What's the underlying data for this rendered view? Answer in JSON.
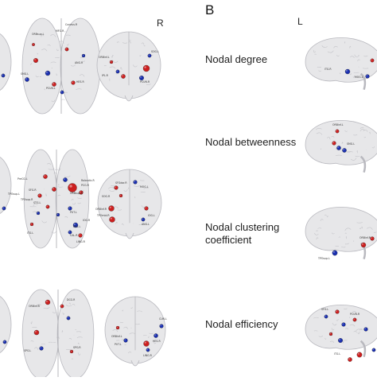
{
  "panel_b": {
    "letter": "B",
    "side_left": "L",
    "measures": [
      {
        "label": "Nodal degree"
      },
      {
        "label": "Nodal betweenness"
      },
      {
        "label": "Nodal clustering coefficient"
      },
      {
        "label": "Nodal efficiency"
      }
    ]
  },
  "panel_a": {
    "side_right": "R"
  },
  "colors": {
    "node_red": "#cc1f1f",
    "node_blue": "#1a2fb0",
    "brain_fill": "#e7e7e9",
    "brain_line": "#b9b9bf"
  },
  "region_labels": {
    "row1_axial": [
      "ORBsup.L",
      "Cuneus.R",
      "MFG.R",
      "SMG.L",
      "ANG.R",
      "PCUN.L",
      "HES.R"
    ],
    "row1_coronal": [
      "ORBinf.L",
      "IPL.R",
      "SOG.L",
      "PCUN.R"
    ],
    "row2_axial": [
      "PreCG.L",
      "TPOsup.R",
      "Rolandic.R",
      "PCG.R",
      "ORBsup.R",
      "SFG.R",
      "STG.L",
      "PUT.L",
      "HES.L",
      "CAL.R",
      "LING.R",
      "IOG.R",
      "TPOsup.L",
      "ITG.L"
    ],
    "row2_coronal": [
      "SFGdor.R",
      "MOG.L",
      "SOG.R",
      "ORBinf.R",
      "TPOmid.R",
      "IOG.L",
      "ANG.L"
    ],
    "row3_axial": [
      "DCG.R",
      "ORBinf.R",
      "SPG.L",
      "SPG.R"
    ],
    "row3_coronal": [
      "ORBinf.L",
      "PUT.L",
      "HES.R",
      "LING.R",
      "CUN.L"
    ],
    "b_degree": [
      "ITG.R",
      "MOG.L"
    ],
    "b_betweenness": [
      "ORBinf.L",
      "SMG.L"
    ],
    "b_clustering": [
      "TPOsup.L",
      "ORBinf.R"
    ],
    "b_efficiency": [
      "SFG.L",
      "PCUN.R",
      "ITG.L"
    ]
  }
}
